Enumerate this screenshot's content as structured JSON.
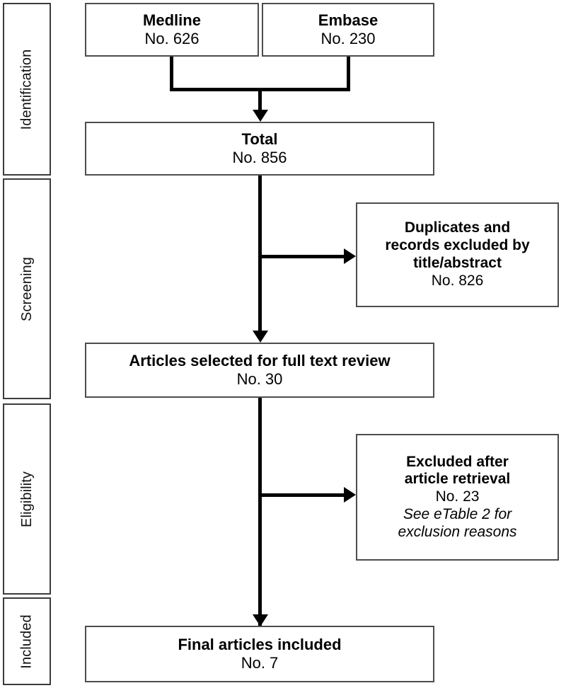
{
  "figure": {
    "type": "prisma-flow-diagram",
    "background_color": "#ffffff",
    "box_border_color": "#4d4d4d",
    "connector_color": "#000000"
  },
  "stages": [
    {
      "label": "Identification"
    },
    {
      "label": "Screening"
    },
    {
      "label": "Eligibility"
    },
    {
      "label": "Included"
    }
  ],
  "nodes": {
    "medline": {
      "title": "Medline",
      "count": "No. 626"
    },
    "embase": {
      "title": "Embase",
      "count": "No. 230"
    },
    "total": {
      "title": "Total",
      "count": "No. 856"
    },
    "excluded_screening": {
      "title_line1": "Duplicates and",
      "title_line2": "records excluded by",
      "title_line3": "title/abstract",
      "count": "No. 826"
    },
    "full_text": {
      "title": "Articles selected for full text review",
      "count": "No. 30"
    },
    "excluded_eligibility": {
      "title_line1": "Excluded after",
      "title_line2": "article retrieval",
      "count": "No. 23",
      "note_line1": "See eTable 2 for",
      "note_line2": "exclusion reasons"
    },
    "final": {
      "title": "Final articles included",
      "count": "No. 7"
    }
  },
  "chart_data": {
    "type": "diagram",
    "title": "PRISMA study selection flow diagram",
    "stages": [
      "Identification",
      "Screening",
      "Eligibility",
      "Included"
    ],
    "nodes": [
      {
        "id": "medline",
        "stage": "Identification",
        "label": "Medline",
        "value": 626
      },
      {
        "id": "embase",
        "stage": "Identification",
        "label": "Embase",
        "value": 230
      },
      {
        "id": "total",
        "stage": "Identification",
        "label": "Total",
        "value": 856
      },
      {
        "id": "excluded_screening",
        "stage": "Screening",
        "label": "Duplicates and records excluded by title/abstract",
        "value": 826
      },
      {
        "id": "full_text",
        "stage": "Screening",
        "label": "Articles selected for full text review",
        "value": 30
      },
      {
        "id": "excluded_eligibility",
        "stage": "Eligibility",
        "label": "Excluded after article retrieval",
        "value": 23,
        "note": "See eTable 2 for exclusion reasons"
      },
      {
        "id": "final",
        "stage": "Included",
        "label": "Final articles included",
        "value": 7
      }
    ],
    "edges": [
      {
        "from": "medline",
        "to": "total"
      },
      {
        "from": "embase",
        "to": "total"
      },
      {
        "from": "total",
        "to": "excluded_screening"
      },
      {
        "from": "total",
        "to": "full_text"
      },
      {
        "from": "full_text",
        "to": "excluded_eligibility"
      },
      {
        "from": "full_text",
        "to": "final"
      }
    ]
  }
}
